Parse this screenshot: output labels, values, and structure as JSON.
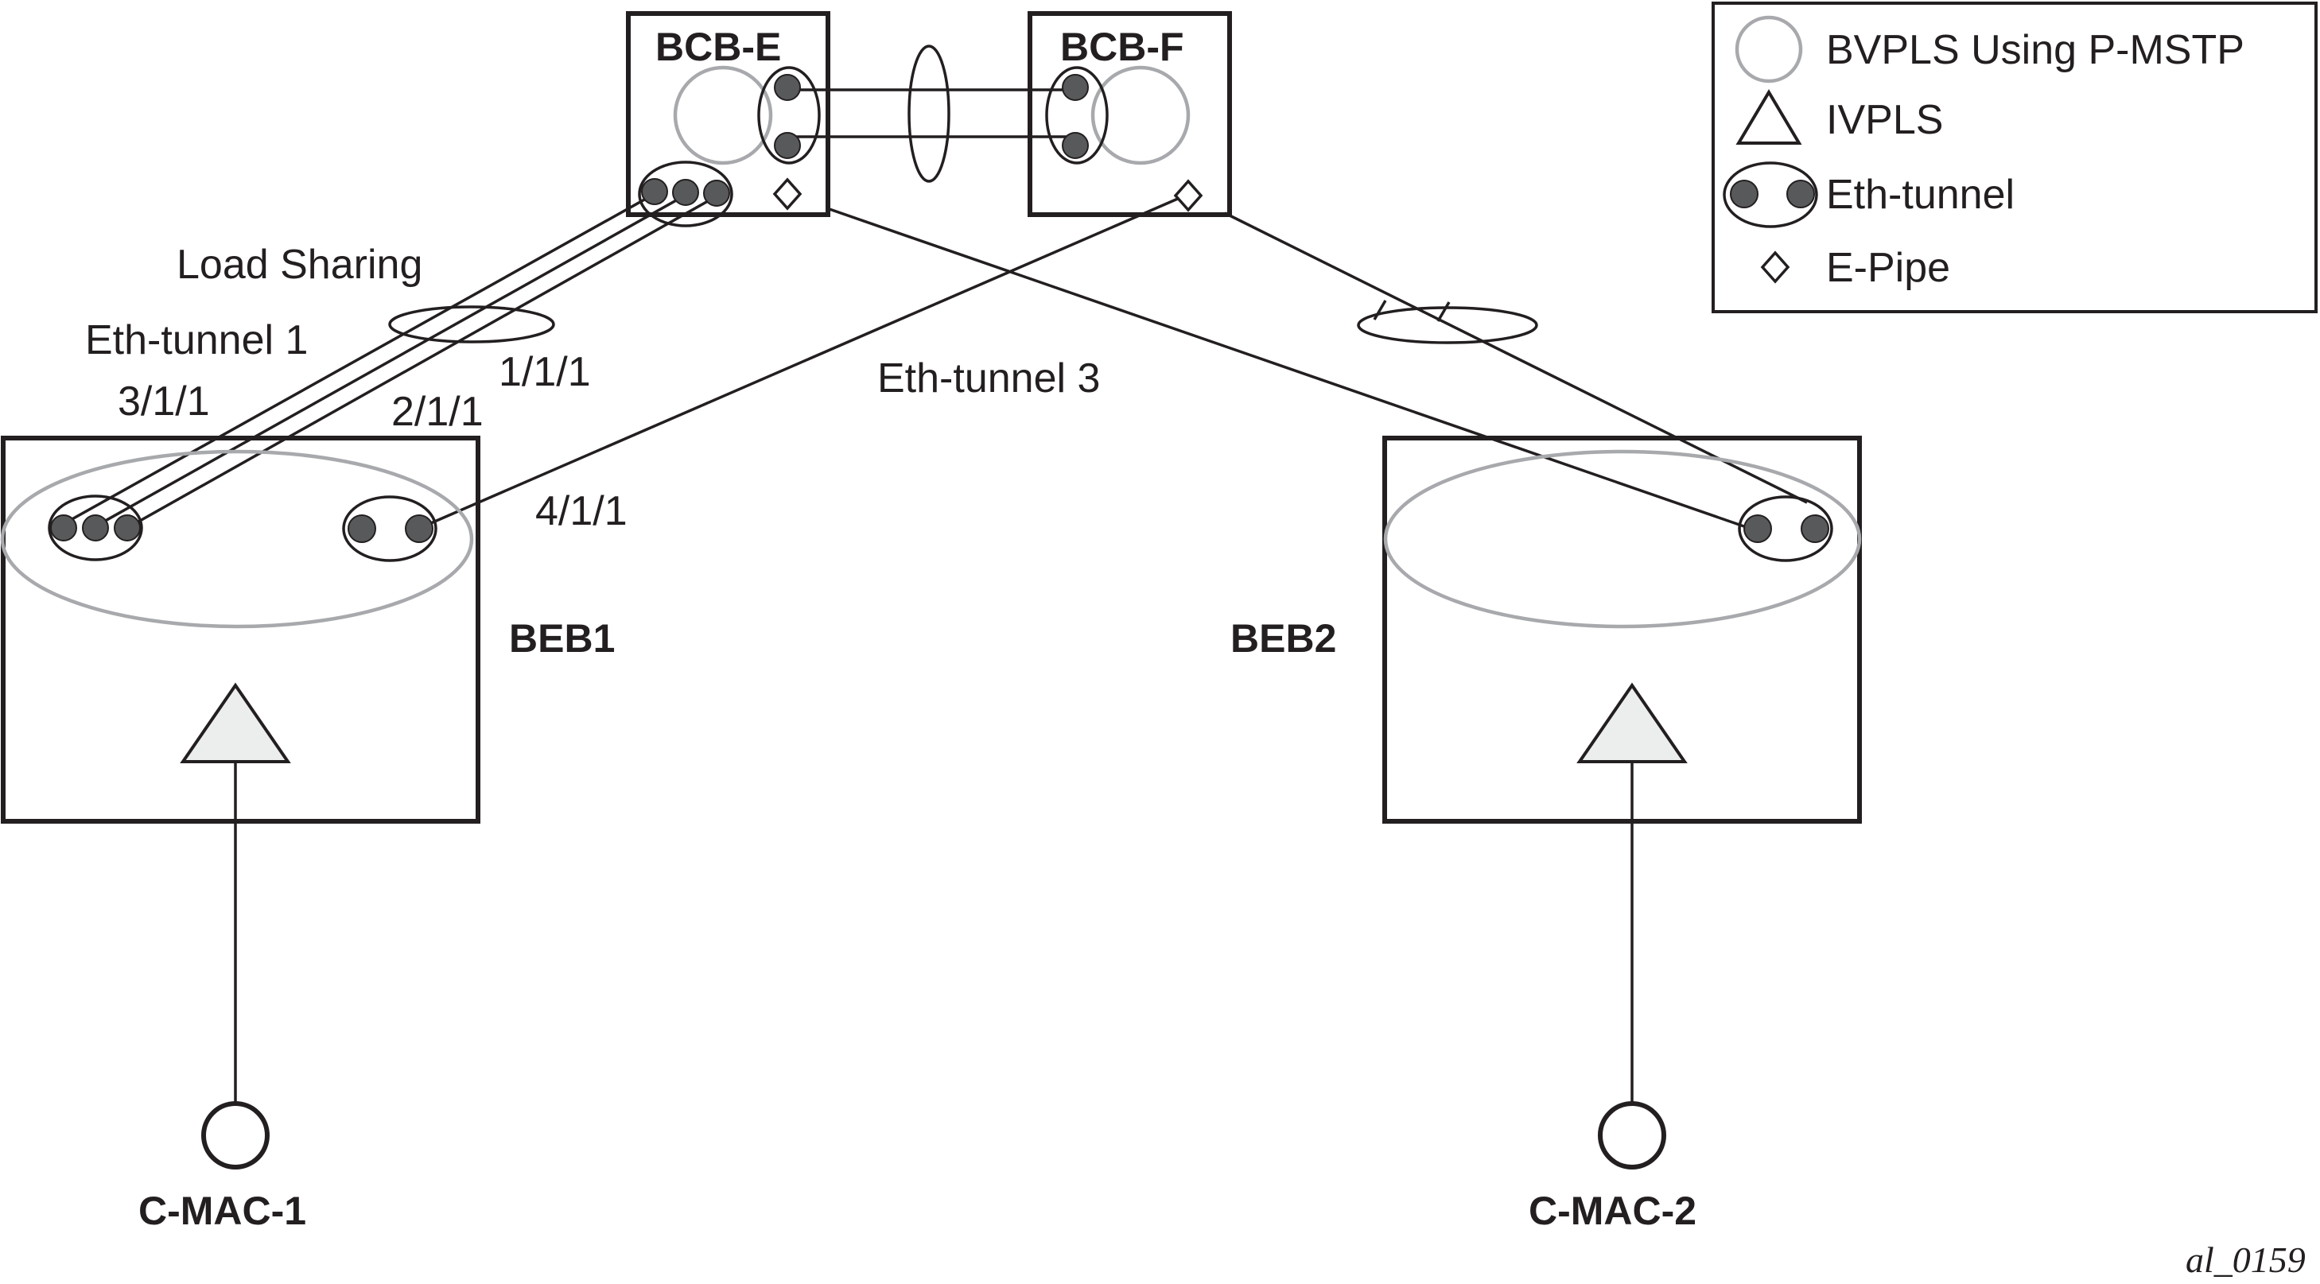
{
  "nodes": {
    "bcb_e": "BCB-E",
    "bcb_f": "BCB-F",
    "beb1": "BEB1",
    "beb2": "BEB2",
    "cmac1": "C-MAC-1",
    "cmac2": "C-MAC-2"
  },
  "labels": {
    "load_sharing": "Load Sharing",
    "eth_tunnel_1": "Eth-tunnel 1",
    "eth_tunnel_3": "Eth-tunnel 3",
    "port_111": "1/1/1",
    "port_211": "2/1/1",
    "port_311": "3/1/1",
    "port_411": "4/1/1"
  },
  "legend": {
    "bvpls": "BVPLS Using P-MSTP",
    "ivpls": "IVPLS",
    "eth_tunnel": "Eth-tunnel",
    "epipe": "E-Pipe"
  },
  "figure_id": "al_0159",
  "colors": {
    "line": "#231f20",
    "bvpls_circle": "#a7a9ac",
    "dot_fill": "#58595b",
    "triangle_fill": "#eceeee"
  }
}
